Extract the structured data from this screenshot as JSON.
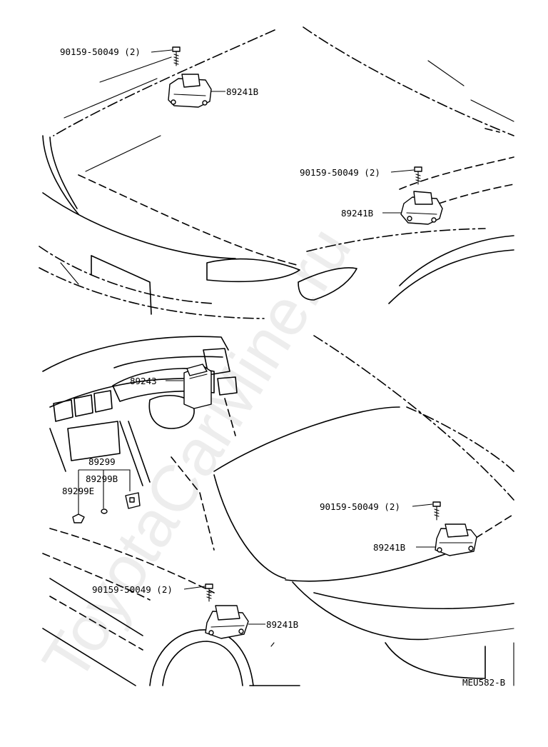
{
  "watermark": "ToyotaCarMine.ru",
  "figure_code": "MEU582-B",
  "top_section": {
    "bolt_label_a": "90159-50049 (2)",
    "sensor_label_a": "89241B",
    "bolt_label_b": "90159-50049 (2)",
    "sensor_label_b": "89241B"
  },
  "bottom_section": {
    "ecu_label": "89243",
    "harness_label": "89299",
    "clip_label_b": "89299B",
    "clip_label_e": "89299E",
    "bolt_label_c": "90159-50049 (2)",
    "sensor_label_c": "89241B",
    "bolt_label_d": "90159-50049 (2)",
    "sensor_label_d": "89241B"
  }
}
